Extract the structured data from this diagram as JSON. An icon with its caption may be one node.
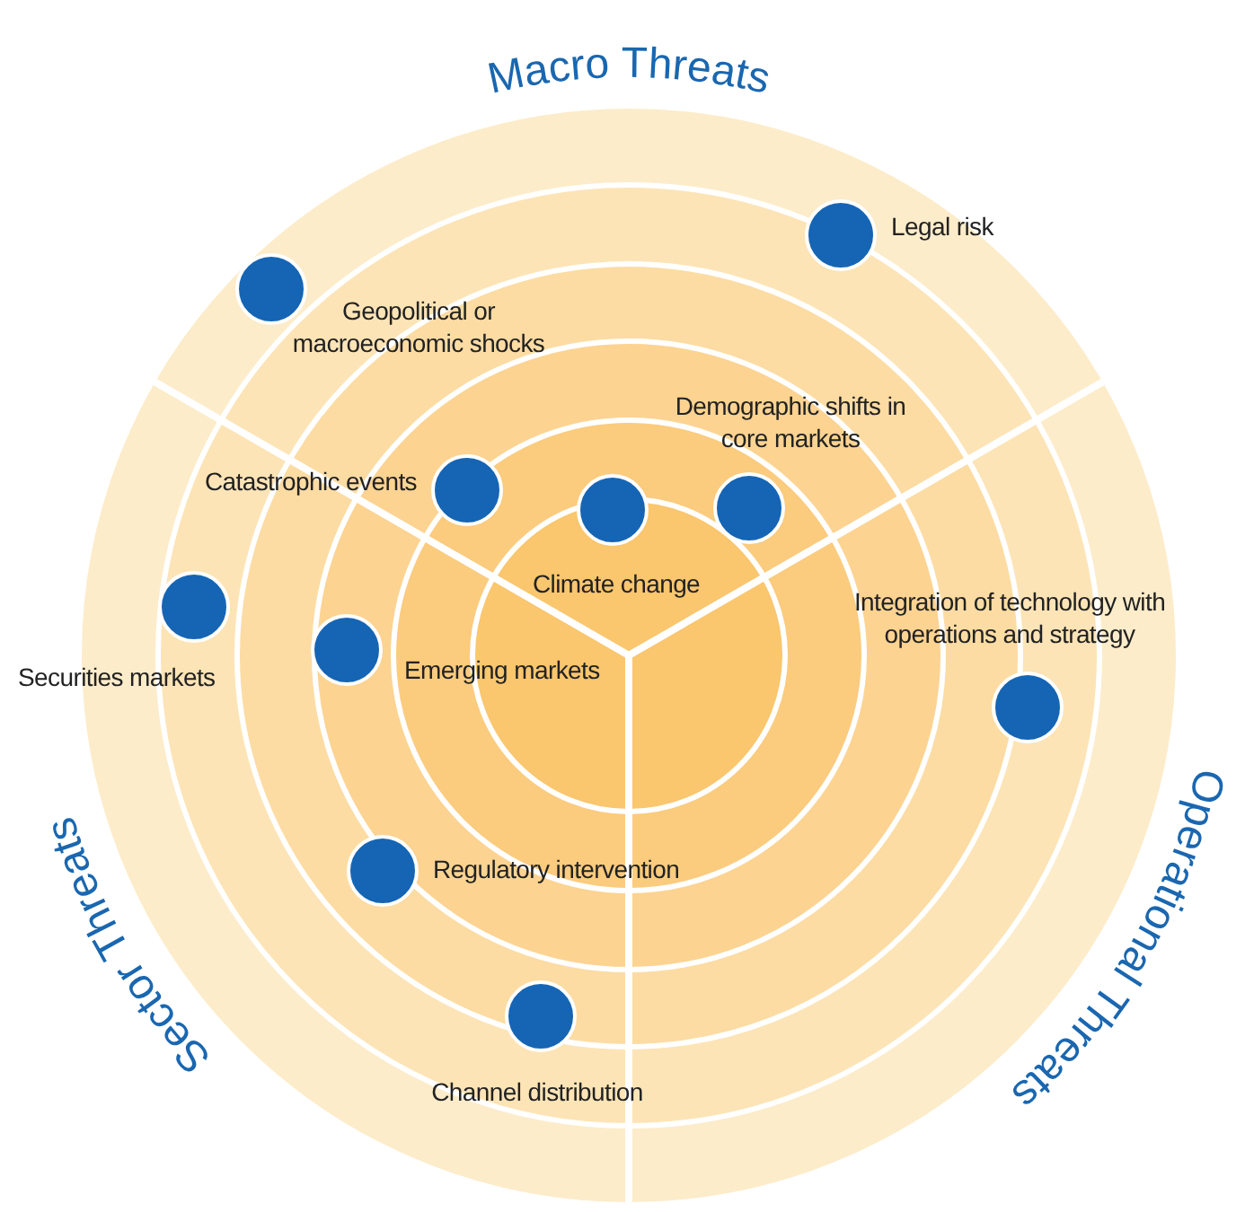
{
  "diagram": {
    "nodes": [
      {
        "text": [],
        "shape": "circle",
        "beside": [
          "Legal risk"
        ]
      },
      {
        "text": [],
        "shape": "circle",
        "beside": [
          "Geopolitical or macroeconomic shocks"
        ]
      },
      {
        "text": [],
        "shape": "circle",
        "beside": [
          "Demographic shifts in core markets"
        ]
      },
      {
        "text": [],
        "shape": "circle",
        "beside": [
          "Catastrophic events"
        ]
      },
      {
        "text": [],
        "shape": "circle",
        "beside": [
          "Climate change"
        ]
      },
      {
        "text": [],
        "shape": "circle",
        "beside": [
          "Integration of technology with operations and strategy"
        ]
      },
      {
        "text": [],
        "shape": "circle",
        "beside": [
          "Securities markets"
        ]
      },
      {
        "text": [],
        "shape": "circle",
        "beside": [
          "Emerging markets"
        ]
      },
      {
        "text": [],
        "shape": "circle",
        "beside": [
          "Regulatory intervention"
        ]
      },
      {
        "text": [],
        "shape": "circle",
        "beside": [
          "Channel distribution"
        ]
      }
    ],
    "labels": [
      "Macro Threats",
      "Sector Threats",
      "Operational Threats"
    ]
  }
}
